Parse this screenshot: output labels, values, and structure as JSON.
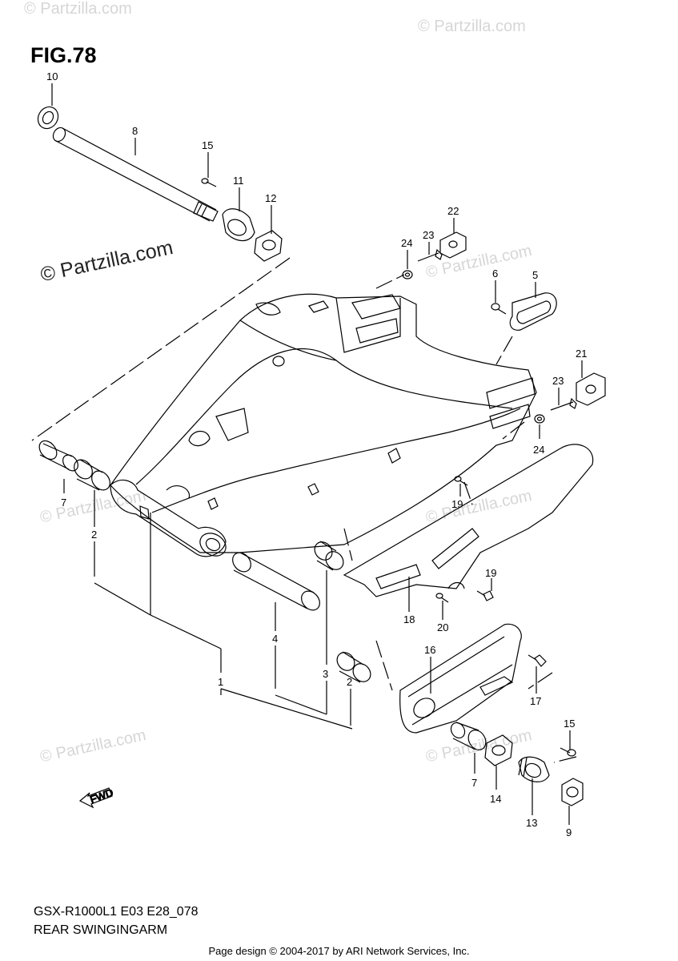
{
  "figure": {
    "title": "FIG.78"
  },
  "watermark": {
    "text": "© Partzilla.com"
  },
  "callouts": [
    {
      "num": "10"
    },
    {
      "num": "8"
    },
    {
      "num": "15"
    },
    {
      "num": "11"
    },
    {
      "num": "12"
    },
    {
      "num": "22"
    },
    {
      "num": "24"
    },
    {
      "num": "23"
    },
    {
      "num": "6"
    },
    {
      "num": "5"
    },
    {
      "num": "21"
    },
    {
      "num": "23"
    },
    {
      "num": "24"
    },
    {
      "num": "7"
    },
    {
      "num": "2"
    },
    {
      "num": "19"
    },
    {
      "num": "19"
    },
    {
      "num": "18"
    },
    {
      "num": "20"
    },
    {
      "num": "4"
    },
    {
      "num": "16"
    },
    {
      "num": "17"
    },
    {
      "num": "1"
    },
    {
      "num": "3"
    },
    {
      "num": "2"
    },
    {
      "num": "15"
    },
    {
      "num": "7"
    },
    {
      "num": "14"
    },
    {
      "num": "13"
    },
    {
      "num": "9"
    }
  ],
  "fwd_label": "FWD",
  "model_code": "GSX-R1000L1 E03 E28_078",
  "section_name": "REAR SWINGINGARM",
  "footer": "Page design © 2004-2017 by ARI Network Services, Inc."
}
